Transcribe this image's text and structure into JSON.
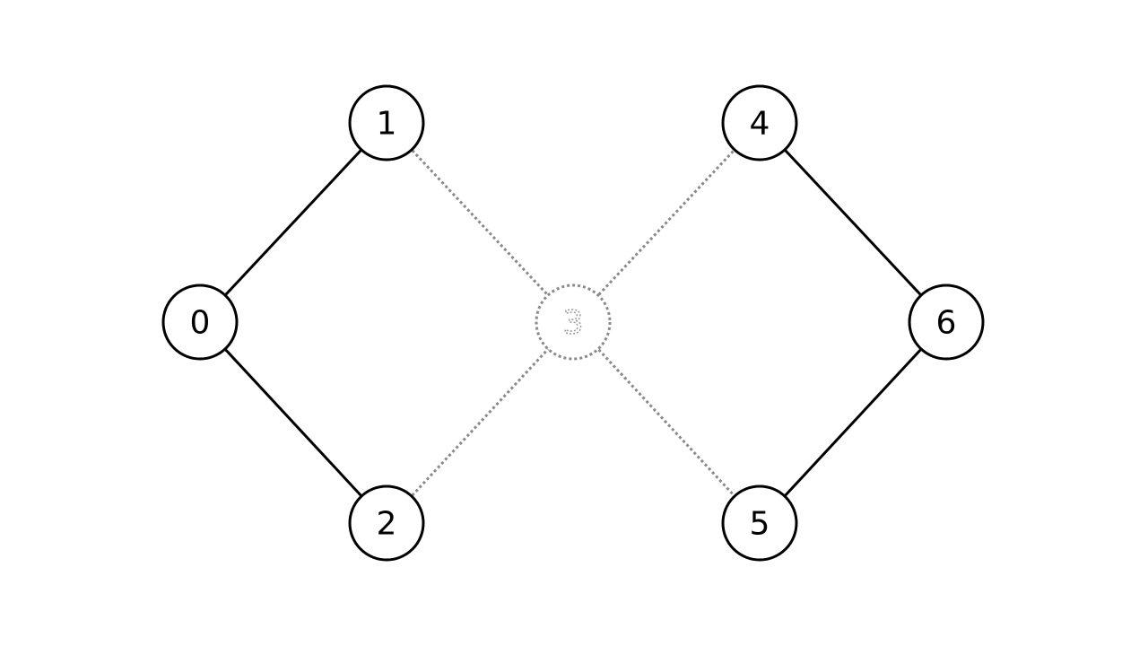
{
  "graph": {
    "nodes": [
      {
        "id": "0",
        "label": "0",
        "removed": false
      },
      {
        "id": "1",
        "label": "1",
        "removed": false
      },
      {
        "id": "2",
        "label": "2",
        "removed": false
      },
      {
        "id": "3",
        "label": "3",
        "removed": true
      },
      {
        "id": "4",
        "label": "4",
        "removed": false
      },
      {
        "id": "5",
        "label": "5",
        "removed": false
      },
      {
        "id": "6",
        "label": "6",
        "removed": false
      }
    ],
    "edges": [
      {
        "from": "0",
        "to": "1",
        "style": "solid"
      },
      {
        "from": "0",
        "to": "2",
        "style": "solid"
      },
      {
        "from": "1",
        "to": "3",
        "style": "dotted"
      },
      {
        "from": "2",
        "to": "3",
        "style": "dotted"
      },
      {
        "from": "3",
        "to": "4",
        "style": "dotted"
      },
      {
        "from": "3",
        "to": "5",
        "style": "dotted"
      },
      {
        "from": "4",
        "to": "6",
        "style": "solid"
      },
      {
        "from": "5",
        "to": "6",
        "style": "solid"
      }
    ]
  },
  "colors": {
    "solid_stroke": "#000000",
    "removed_stroke": "#8a8a8a",
    "background": "#ffffff"
  }
}
